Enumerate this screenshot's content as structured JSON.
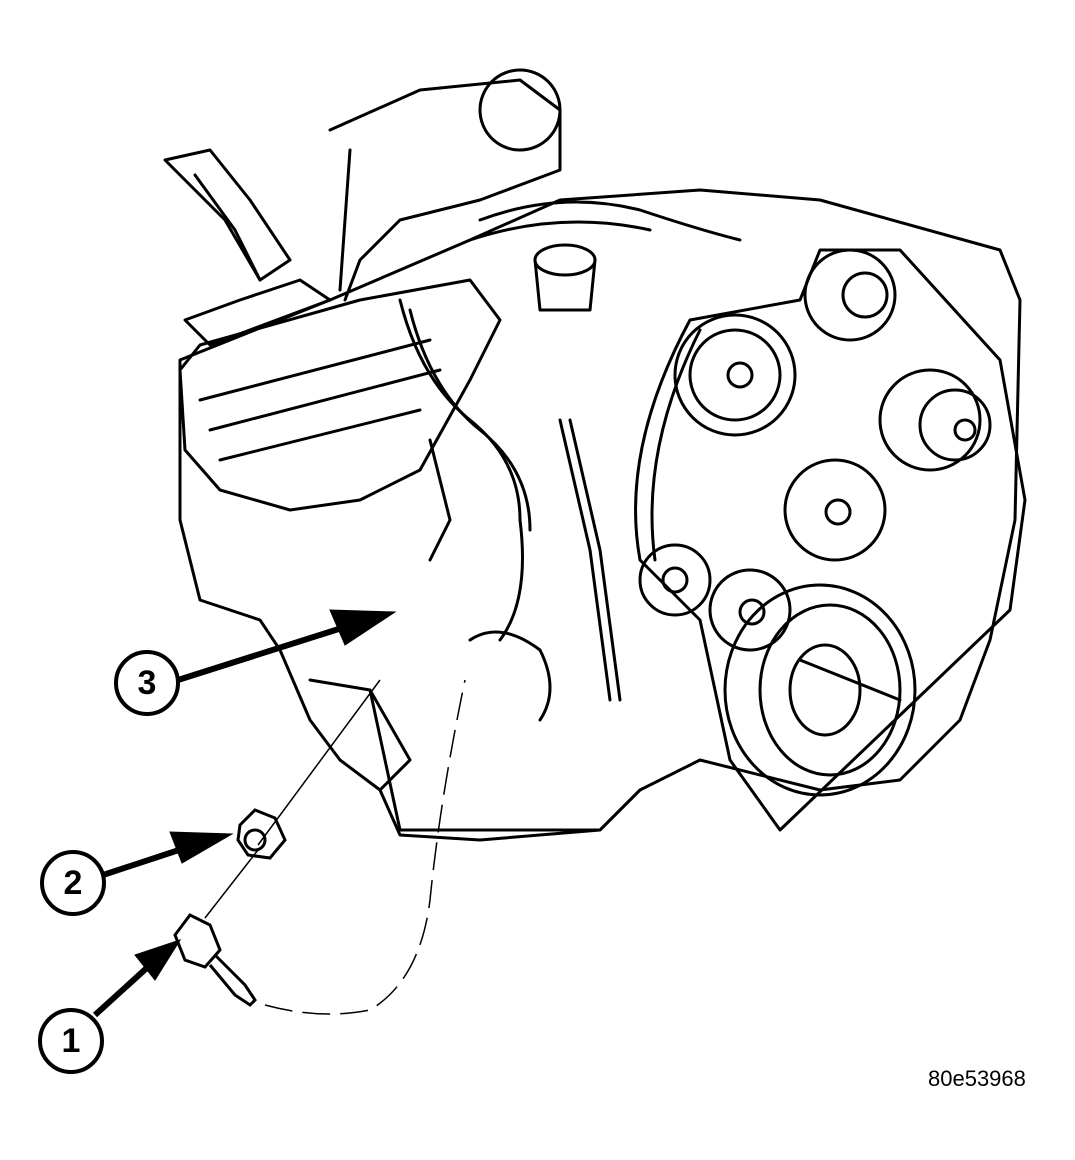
{
  "diagram": {
    "subject": "engine line-art illustration",
    "figure_id": "80e53968",
    "callouts": [
      {
        "number": "1",
        "target": "connector with pigtail wire (lower left)"
      },
      {
        "number": "2",
        "target": "grommet / fitting above connector"
      },
      {
        "number": "3",
        "target": "mounting location on engine block"
      }
    ],
    "colors": {
      "line": "#000000",
      "background": "#ffffff"
    }
  }
}
